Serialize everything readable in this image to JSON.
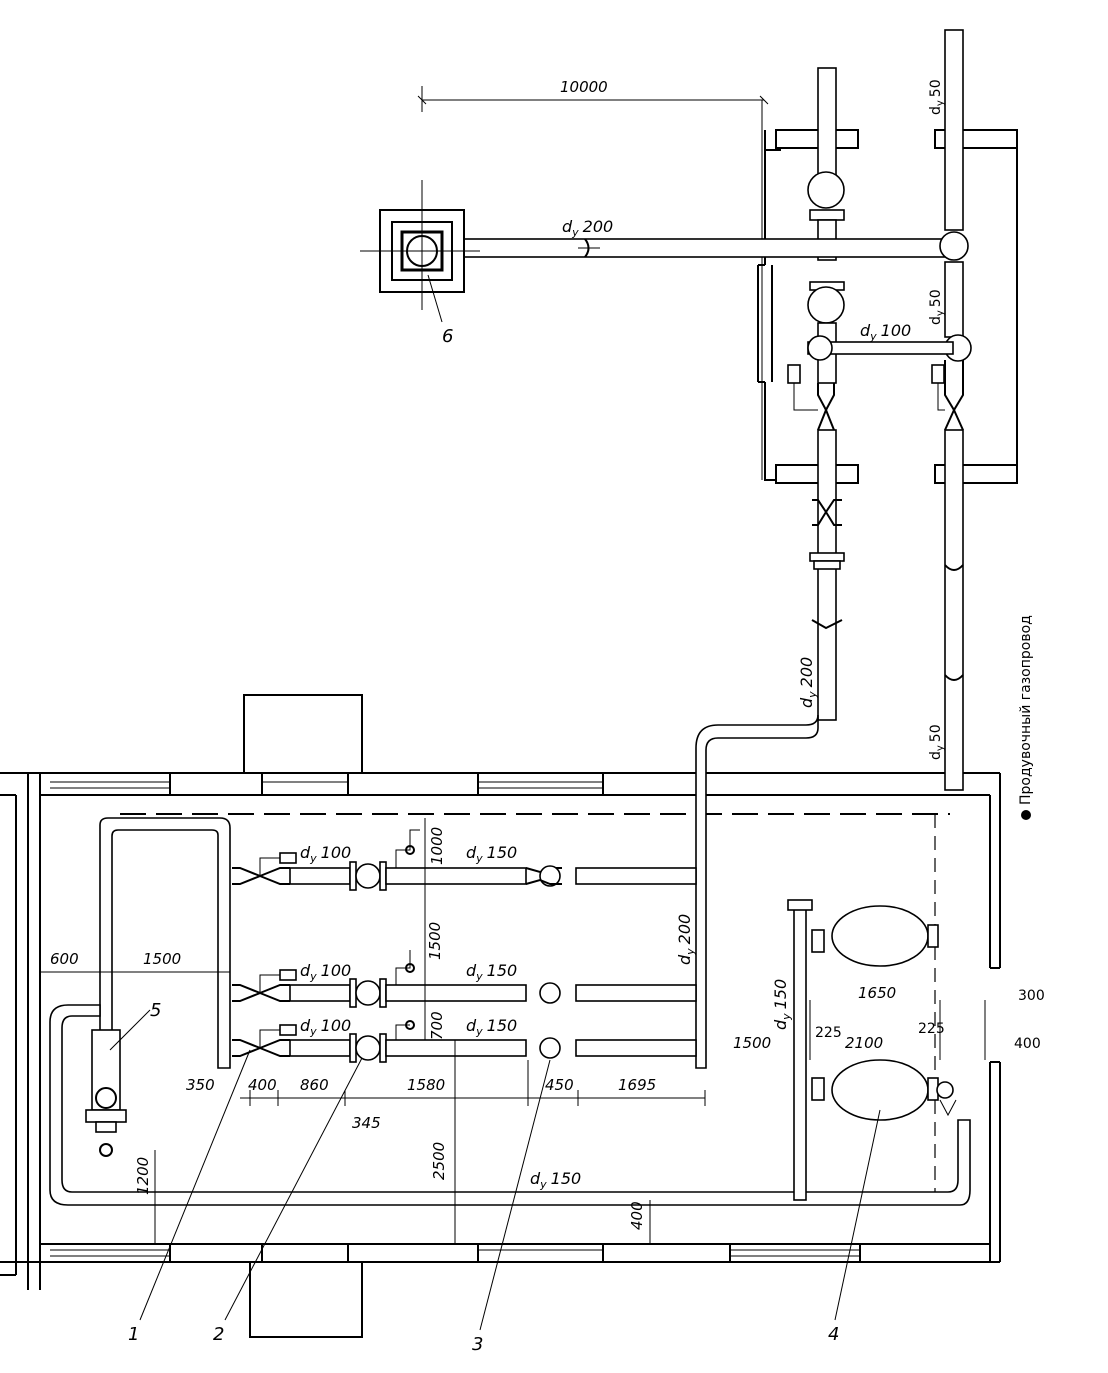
{
  "dimensions": {
    "d10000": "10000",
    "d1000": "1000",
    "d1500v": "1500",
    "d700": "700",
    "d600": "600",
    "d1500h": "1500",
    "d350": "350",
    "d400a": "400",
    "d860": "860",
    "d1580": "1580",
    "d450": "450",
    "d1695": "1695",
    "d345": "345",
    "d1500r": "1500",
    "d2500": "2500",
    "d1200": "1200",
    "d400b": "400",
    "d1650": "1650",
    "d2100": "2100",
    "d225a": "225",
    "d225b": "225",
    "d300": "300",
    "d400c": "400"
  },
  "pipes": {
    "dy200_top": "200",
    "dy100_side": "100",
    "dy100_1": "100",
    "dy150_1": "150",
    "dy100_2": "100",
    "dy150_2": "150",
    "dy100_3": "100",
    "dy150_3": "150",
    "dy200_riser": "200",
    "dy200_vertical": "200",
    "dy150_vertical": "150",
    "dy150_bottom": "150",
    "dy50_a": "50",
    "dy50_b": "50",
    "dy50_c": "50",
    "dy_prefix": "d",
    "dy_sub": "y"
  },
  "callouts": [
    "1",
    "2",
    "3",
    "4",
    "5",
    "6"
  ],
  "side_label": "Продувочный газопровод"
}
